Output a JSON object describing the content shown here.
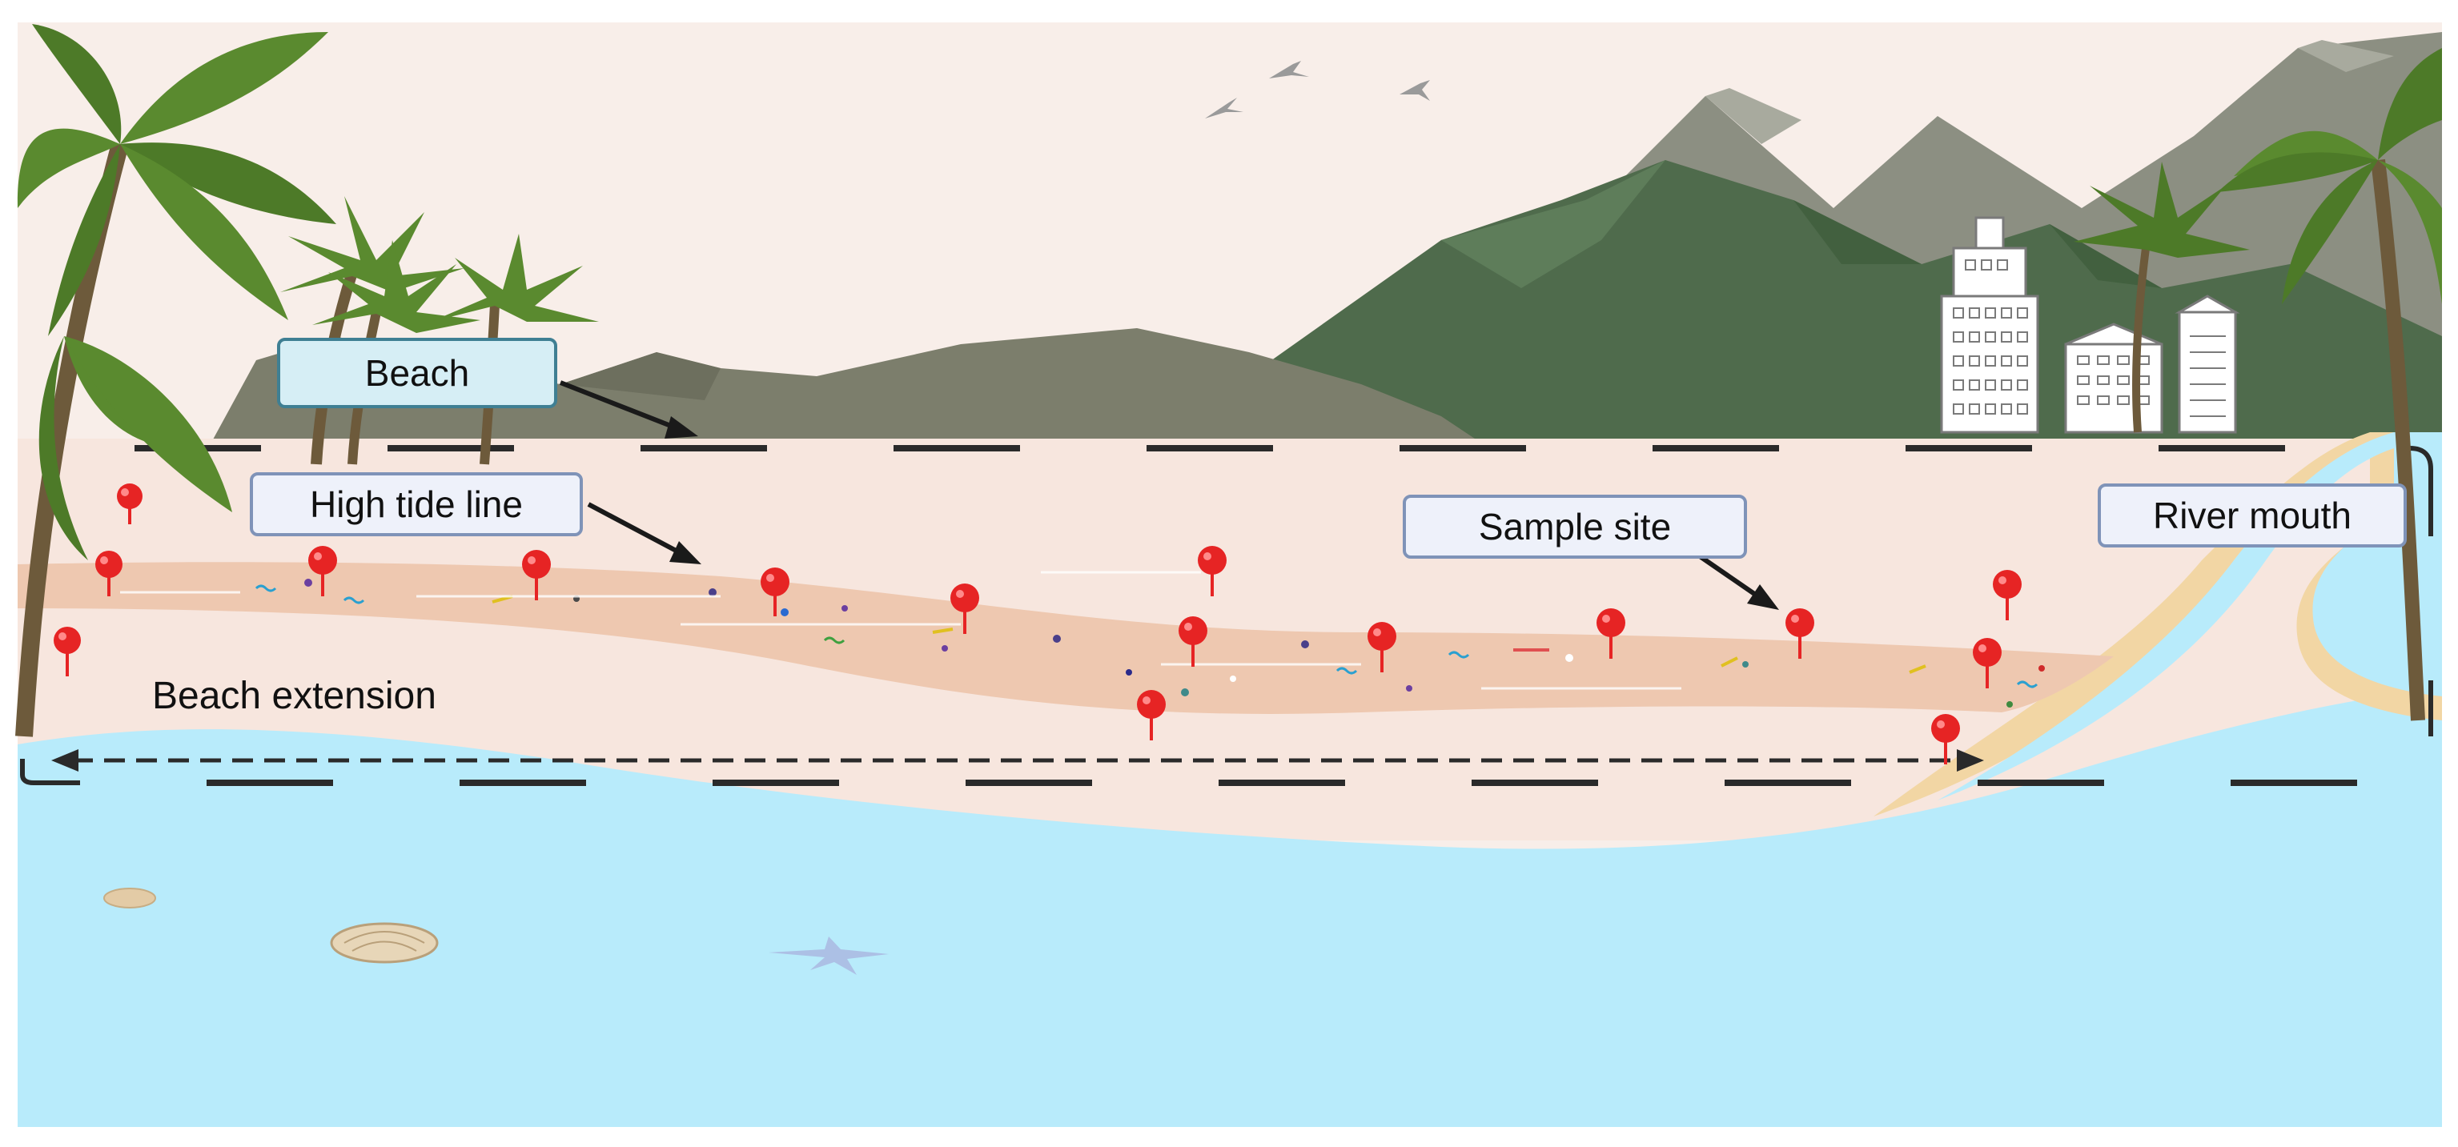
{
  "labels": {
    "beach": "Beach",
    "high_tide_line": "High tide line",
    "sample_site": "Sample site",
    "river_mouth": "River mouth",
    "beach_extension": "Beach extension"
  },
  "colors": {
    "sky": "#f8eee9",
    "sand": "#f7e6de",
    "tide_band": "#eec8b0",
    "sea": "#b8ebfb",
    "river": "#b8ebfb",
    "riverbank": "#f2d6a4",
    "mountain_dark": "#4f6b4c",
    "mountain_light": "#8c8f82",
    "hill": "#7c7e6c",
    "palm_leaf": "#5a8a2f",
    "palm_trunk": "#6d5a3b",
    "pin": "#e62424",
    "label_box_beach": "#d6eef5",
    "label_box": "#eef1fa",
    "label_border": "#7f93b8",
    "label_border_beach": "#3f7f93",
    "dash": "#2a2a2a"
  },
  "icons": [
    "palm-tree-icon",
    "mountain-icon",
    "building-icon",
    "bird-icon",
    "map-pin-icon",
    "seashell-icon",
    "starfish-icon",
    "arrow-icon"
  ]
}
